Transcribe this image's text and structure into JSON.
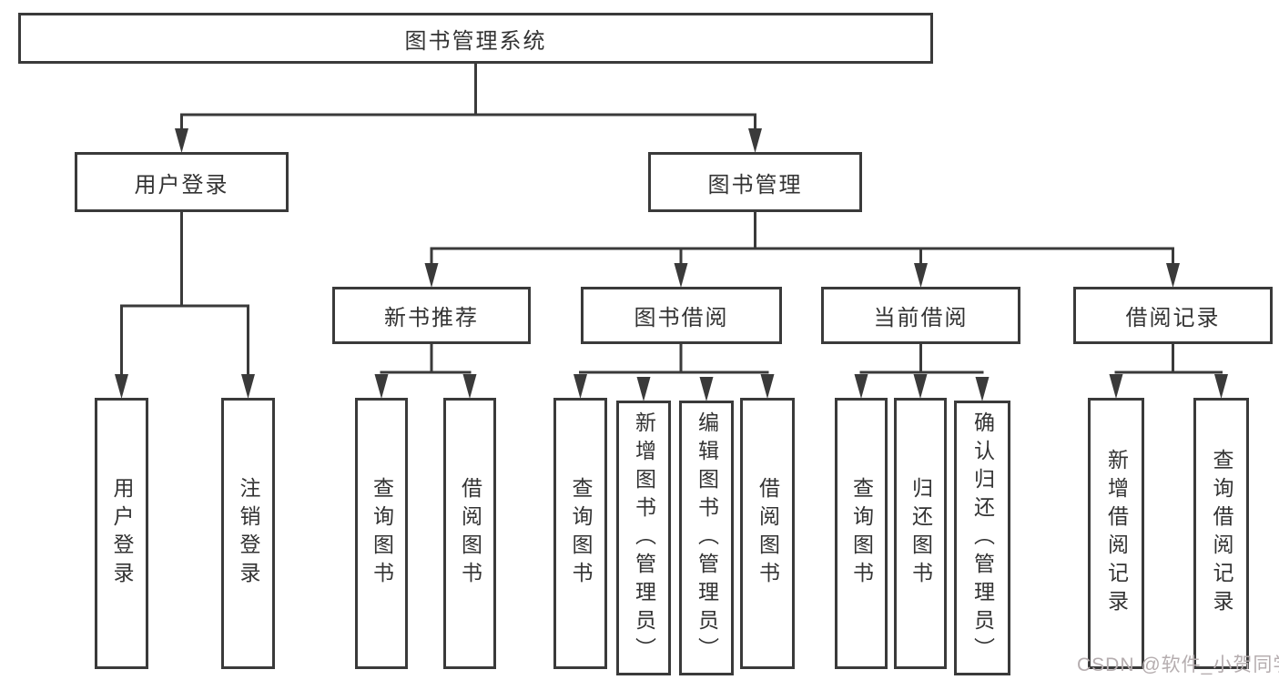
{
  "diagram_title": "图书管理系统",
  "tree": {
    "label": "图书管理系统",
    "children": [
      {
        "label": "用户登录",
        "children": [
          {
            "label": "用户登录"
          },
          {
            "label": "注销登录"
          }
        ]
      },
      {
        "label": "图书管理",
        "children": [
          {
            "label": "新书推荐",
            "children": [
              {
                "label": "查询图书"
              },
              {
                "label": "借阅图书"
              }
            ]
          },
          {
            "label": "图书借阅",
            "children": [
              {
                "label": "查询图书"
              },
              {
                "label": "新增图书（管理员）"
              },
              {
                "label": "编辑图书（管理员）"
              },
              {
                "label": "借阅图书"
              }
            ]
          },
          {
            "label": "当前借阅",
            "children": [
              {
                "label": "查询图书"
              },
              {
                "label": "归还图书"
              },
              {
                "label": "确认归还（管理员）"
              }
            ]
          },
          {
            "label": "借阅记录",
            "children": [
              {
                "label": "新增借阅记录"
              },
              {
                "label": "查询借阅记录"
              }
            ]
          }
        ]
      }
    ]
  },
  "watermark": {
    "text": "CSDN @软件_小贺同学"
  },
  "colors": {
    "line": "#3a3a3a",
    "box_background": "#ffffff",
    "text": "#333333",
    "watermark": "#b5adaf"
  }
}
